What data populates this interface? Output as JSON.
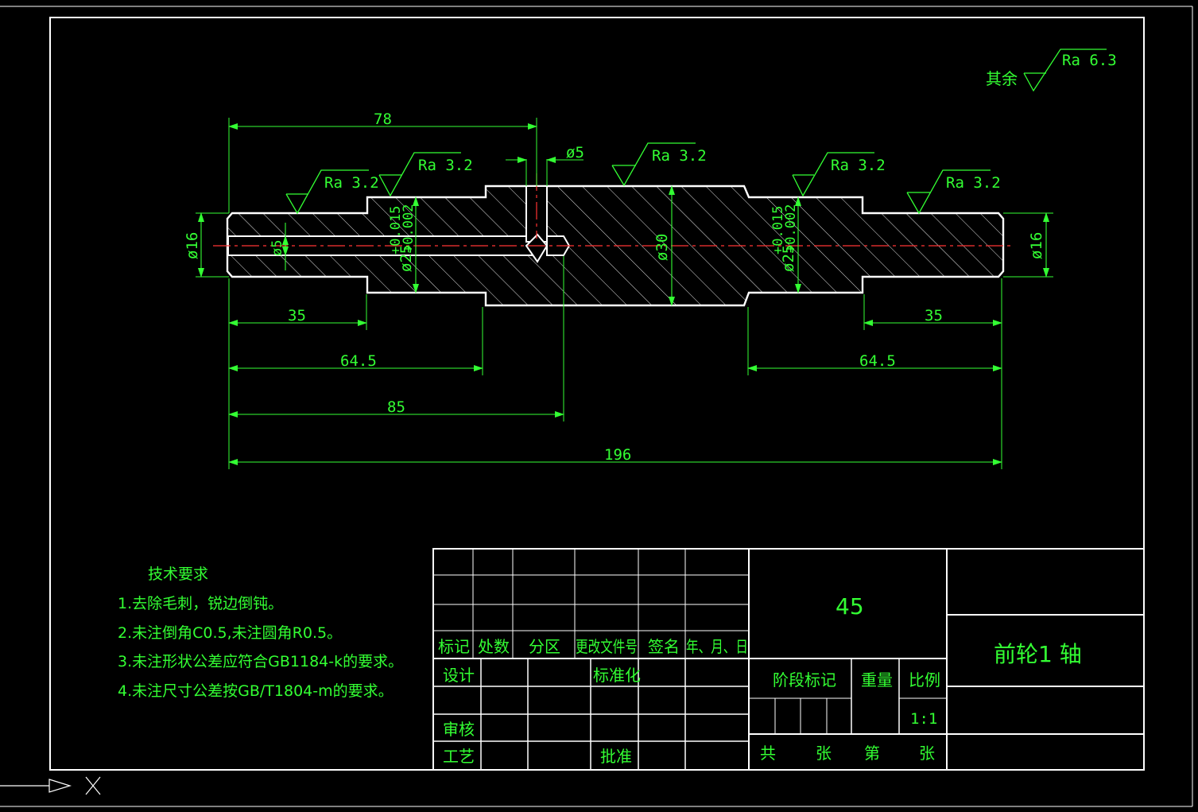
{
  "colors": {
    "background": "#000000",
    "frame": "#ffffff",
    "dimension": "#33ff33",
    "centerline": "#ff3333",
    "hatch": "#ffffff"
  },
  "roughness": {
    "general_prefix": "其余",
    "general_value": "Ra 6.3",
    "marks": [
      "Ra 3.2",
      "Ra 3.2",
      "Ra 3.2",
      "Ra 3.2",
      "Ra 3.2"
    ]
  },
  "dimensions": {
    "len_78": "78",
    "hole_d5_top": "ø5",
    "dia_16_left": "ø16",
    "hole_d5_left": "ø5",
    "dia_25_left": "ø25",
    "tol_left_upper": "+0.015",
    "tol_left_lower": "+0.002",
    "dia_30": "ø30",
    "dia_25_right": "ø25",
    "tol_right_upper": "+0.015",
    "tol_right_lower": "+0.002",
    "dia_16_right": "ø16",
    "len_35_left": "35",
    "len_35_right": "35",
    "len_64_5_left": "64.5",
    "len_64_5_right": "64.5",
    "len_85": "85",
    "len_196": "196"
  },
  "notes": {
    "title": "技术要求",
    "items": [
      "1.去除毛刺，锐边倒钝。",
      "2.未注倒角C0.5,未注圆角R0.5。",
      "3.未注形状公差应符合GB1184-k的要求。",
      "4.未注尺寸公差按GB/T1804-m的要求。"
    ]
  },
  "title_block": {
    "material": "45",
    "part_name": "前轮1 轴",
    "rev_headers": [
      "标记",
      "处数",
      "分区",
      "更改文件号",
      "签名",
      "年、月、日"
    ],
    "design": "设计",
    "standardization": "标准化",
    "review": "审核",
    "process": "工艺",
    "approve": "批准",
    "stage_mark": "阶段标记",
    "weight": "重量",
    "scale_label": "比例",
    "scale_value": "1:1",
    "sheet_total": "共",
    "sheet_unit1": "张",
    "sheet_num": "第",
    "sheet_unit2": "张"
  }
}
